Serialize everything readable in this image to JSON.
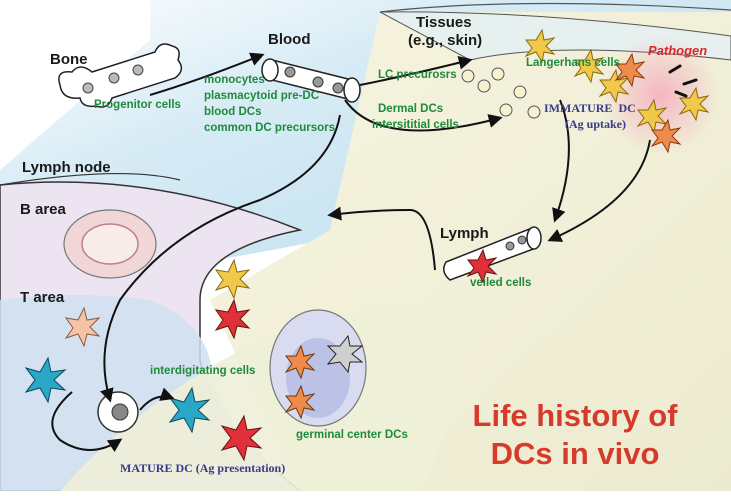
{
  "labels": {
    "bone": "Bone",
    "blood": "Blood",
    "tissues": "Tissues",
    "tissues_example": "(e.g., skin)",
    "progenitor": "Progenitor cells",
    "blood_list": [
      "monocytes",
      "plasmacytoid pre-DC",
      "blood DCs",
      "common DC precursors"
    ],
    "lc_precursors": "LC precurosrs",
    "dermal_dcs": "Dermal DCs",
    "interstitial": "intersititial cells",
    "langerhans": "Langerhans cells",
    "pathogen": "Pathogen",
    "immature_dc": "IMMATURE  DC",
    "ag_uptake": "(Ag uptake)",
    "lymph_node": "Lymph node",
    "b_area": "B area",
    "t_area": "T area",
    "lymph": "Lymph",
    "veiled_cells": "veiled cells",
    "interdigitating": "interdigitating cells",
    "germinal_center": "germinal center DCs",
    "mature_dc": "MATURE DC (Ag presentation)",
    "title_line1": "Life history of",
    "title_line2": "DCs in vivo"
  },
  "colors": {
    "label_green": "#1f8a3a",
    "title_red": "#d63a2a",
    "pathogen_red": "#d62a2a",
    "dc_blue_text": "#3a3a8c",
    "blood_region": "#cfe6f2",
    "tissue_region": "#f3f1dc",
    "lymph_node_region": "#ece4f0",
    "cell_yellow": "#f0c84a",
    "cell_orange": "#f08a4a",
    "cell_teal": "#2aa6c6",
    "cell_red": "#e0303a"
  }
}
